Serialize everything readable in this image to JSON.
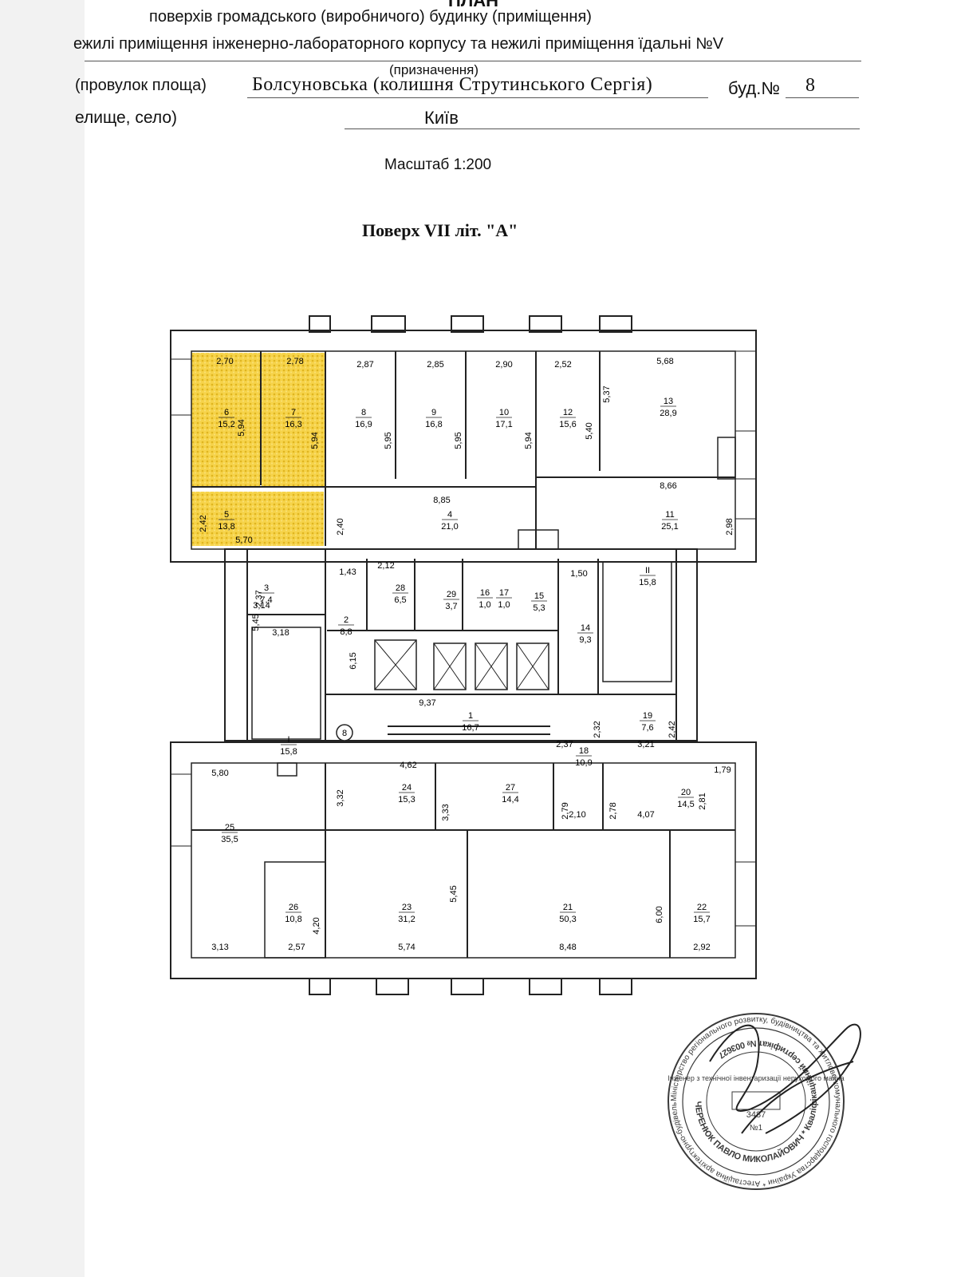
{
  "header": {
    "title_partial": "ПЛАН",
    "line1": "поверхів громадського (виробничого) будинку (приміщення)",
    "line2": "ежилі приміщення інженерно-лабораторного корпусу та нежилі приміщення їдальні №V",
    "purpose_caption": "(призначення)",
    "street_label": "(провулок площа)",
    "street_value": "Болсуновська (колишня Струтинського Сергія)",
    "building_label": "буд.№",
    "building_number": "8",
    "city_label": "елище, село)",
    "city_value": "Київ",
    "scale": "Масштаб 1:200"
  },
  "plan_title": "Поверх VII літ. \"А\"",
  "colors": {
    "highlight": "#f2cf3c",
    "wall": "#222222",
    "paper": "#ffffff",
    "stamp": "#3a3a3a"
  },
  "rooms": [
    {
      "no": "6",
      "area": "15,2"
    },
    {
      "no": "7",
      "area": "16,3"
    },
    {
      "no": "8",
      "area": "16,9"
    },
    {
      "no": "9",
      "area": "16,8"
    },
    {
      "no": "10",
      "area": "17,1"
    },
    {
      "no": "12",
      "area": "15,6"
    },
    {
      "no": "13",
      "area": "28,9"
    },
    {
      "no": "5",
      "area": "13,8"
    },
    {
      "no": "4",
      "area": "21,0"
    },
    {
      "no": "11",
      "area": "25,1"
    },
    {
      "no": "3",
      "area": "7,4"
    },
    {
      "no": "28",
      "area": "6,5"
    },
    {
      "no": "29",
      "area": "3,7"
    },
    {
      "no": "16",
      "area": "1,0"
    },
    {
      "no": "17",
      "area": "1,0"
    },
    {
      "no": "15",
      "area": "5,3"
    },
    {
      "no": "2",
      "area": "8,8"
    },
    {
      "no": "14",
      "area": "9,3"
    },
    {
      "no": "II",
      "area": "15,8"
    },
    {
      "no": "I",
      "area": "15,8"
    },
    {
      "no": "1",
      "area": "16,7"
    },
    {
      "no": "19",
      "area": "7,6"
    },
    {
      "no": "18",
      "area": "10,9"
    },
    {
      "no": "25",
      "area": "35,5"
    },
    {
      "no": "24",
      "area": "15,3"
    },
    {
      "no": "27",
      "area": "14,4"
    },
    {
      "no": "20",
      "area": "14,5"
    },
    {
      "no": "26",
      "area": "10,8"
    },
    {
      "no": "23",
      "area": "31,2"
    },
    {
      "no": "21",
      "area": "50,3"
    },
    {
      "no": "22",
      "area": "15,7"
    }
  ],
  "highlighted_rooms": [
    "6",
    "7",
    "5"
  ],
  "dimensions": [
    "2,70",
    "2,78",
    "2,87",
    "2,85",
    "2,90",
    "2,52",
    "5,68",
    "5,94",
    "5,94",
    "5,95",
    "5,95",
    "5,94",
    "5,40",
    "5,37",
    "8,85",
    "8,66",
    "2,42",
    "5,70",
    "2,40",
    "2,98",
    "1,43",
    "2,12",
    "1,50",
    "2,37",
    "3,14",
    "3,18",
    "5,45",
    "6,15",
    "9,37",
    "2,32",
    "2,37",
    "3,21",
    "2,42",
    "4,62",
    "1,79",
    "5,80",
    "3,32",
    "3,33",
    "2,79",
    "2,10",
    "2,78",
    "4,07",
    "2,81",
    "4,20",
    "5,45",
    "6,00",
    "3,13",
    "2,57",
    "5,74",
    "8,48",
    "2,92"
  ],
  "column_marker": "8",
  "stamp": {
    "ring_text": "Міністерство регіонального розвитку, будівництва та житлово-комунального господарства України * Атестаційна архітектурно-будівельна комісія",
    "ring_text_inner": "ЧЕРЕНЮК ПАВЛО МИКОЛАЙОВИЧ * Кваліфікаційний сертифікат № 003627",
    "center_text": "Інженер з технічної інвентаризації нерухомого майна",
    "center_number": "3487",
    "mark": "№1"
  }
}
